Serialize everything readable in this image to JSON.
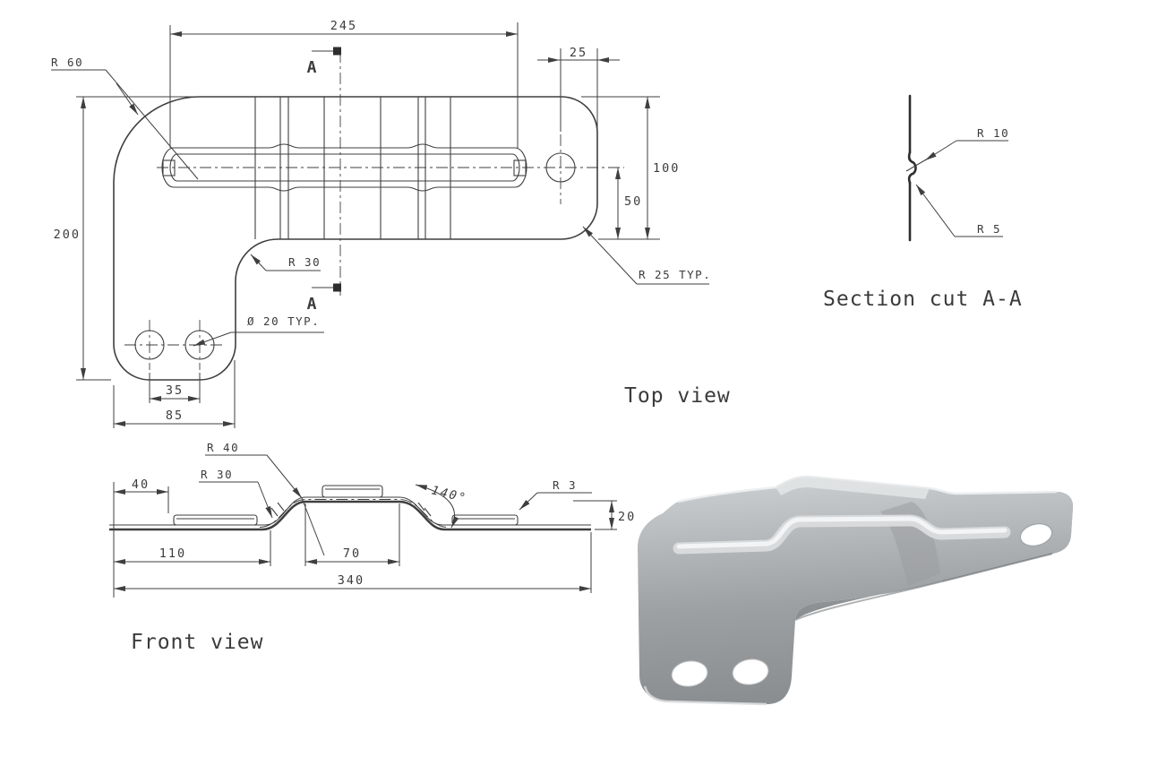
{
  "background": "#ffffff",
  "line_color": "#3f3f3f",
  "text_color": "#3b3b3b",
  "top_view": {
    "label": "Top view",
    "dims": {
      "rib_length": "245",
      "hole_edge_offset": "25",
      "arm_height": "100",
      "hole_from_bottom": "50",
      "total_height": "200",
      "hole_spacing": "35",
      "lobe_width": "85"
    },
    "callouts": {
      "r60": "R 60",
      "r30": "R 30",
      "r25": "R 25 TYP.",
      "dia20": "Ø 20 TYP."
    },
    "section": {
      "top": "A",
      "bottom": "A"
    }
  },
  "front_view": {
    "label": "Front view",
    "dims": {
      "rib_start": "40",
      "left_flat": "110",
      "hump_flat": "70",
      "total_length": "340",
      "height": "20",
      "bend_angle": "140°"
    },
    "callouts": {
      "r40": "R 40",
      "r30": "R 30",
      "r3": "R 3"
    }
  },
  "section_view": {
    "label": "Section cut A-A",
    "callouts": {
      "r10": "R 10",
      "r5": "R 5"
    }
  },
  "render_3d": {
    "body_color": "#a9acae",
    "highlight_color": "#f2f3f4",
    "shadow_color": "#85888a",
    "hole_color": "#ffffff"
  }
}
